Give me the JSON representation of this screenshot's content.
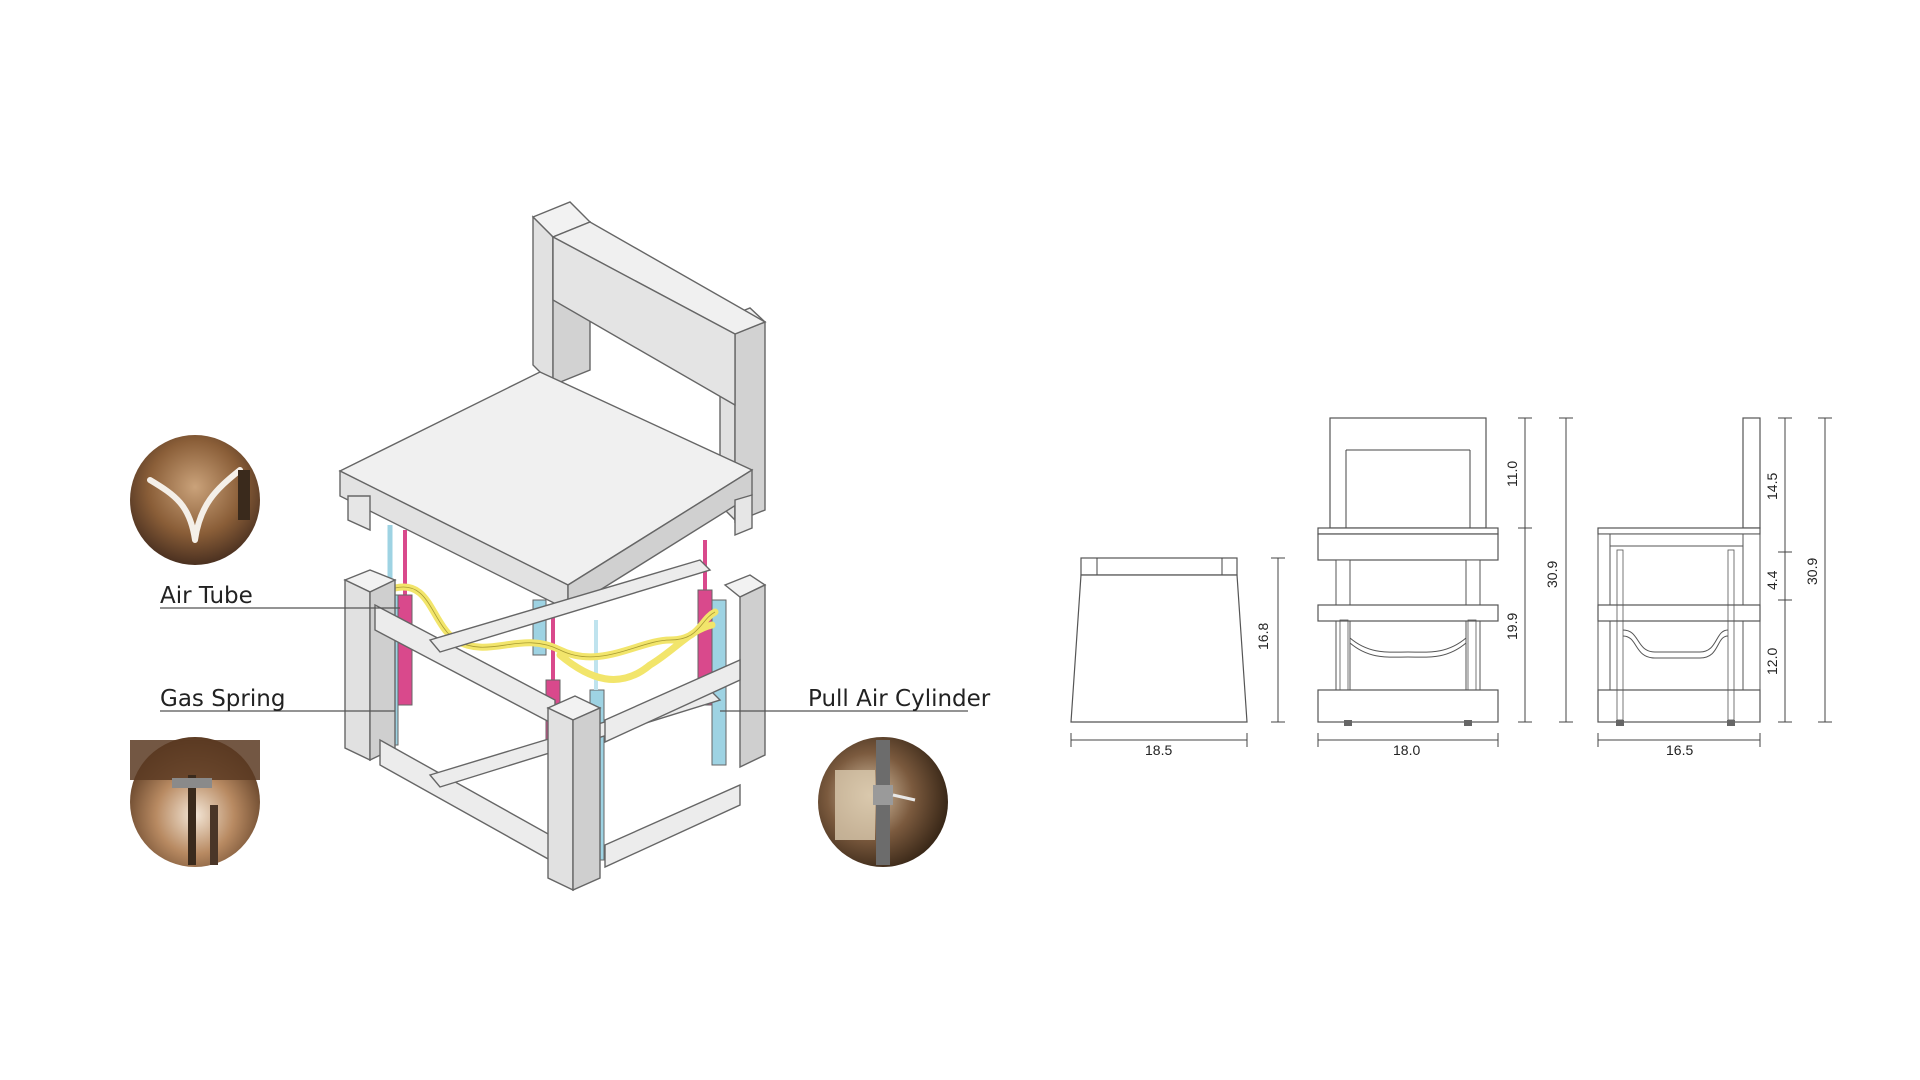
{
  "labels": {
    "air_tube": "Air Tube",
    "gas_spring": "Gas Spring",
    "pull_air_cylinder": "Pull Air Cylinder"
  },
  "dimensions": {
    "profile_width": "18.5",
    "profile_height": "16.8",
    "front_width": "18.0",
    "front_back_height": "11.0",
    "front_seat_height": "19.9",
    "front_total_height": "30.9",
    "side_width": "16.5",
    "side_back_height": "14.5",
    "side_gap": "4.4",
    "side_leg_height": "12.0",
    "side_total_height": "30.9"
  },
  "colors": {
    "chair_face_light": "#f2f2f2",
    "chair_face_mid": "#e3e3e3",
    "chair_face_dark": "#d2d2d2",
    "gas_spring": "#d9498c",
    "pull_air_cylinder": "#9ed3e3",
    "air_tube": "#f2e56b",
    "photo_brown": "#6b4a2f"
  },
  "icons": {
    "air_tube_photo": "air-tube-photo-icon",
    "gas_spring_photo": "gas-spring-photo-icon",
    "pull_air_cylinder_photo": "pull-air-cylinder-photo-icon"
  }
}
